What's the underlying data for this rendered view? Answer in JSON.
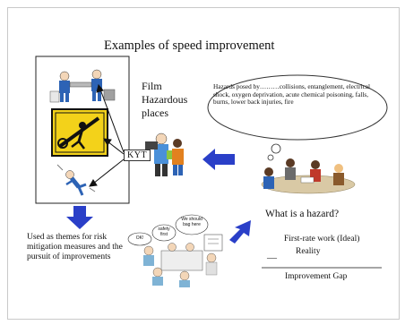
{
  "slide": {
    "title": "Examples of speed improvement",
    "film_lines": [
      "Film",
      "Hazardous",
      "places"
    ],
    "kyt_label": "KYT",
    "hazards_text": "Hazards posed by………collisions, entanglement, electrical shock, oxygen deprivation, acute chemical poisoning, falls, burns, lower back injuries, fire",
    "used_as_themes": "Used as themes for risk mitigation measures and the pursuit of improvements",
    "meeting_bubbles": [
      "OK!",
      "safety first",
      "We should bag here"
    ],
    "what_is_hazard": "What is a hazard?",
    "first_rate": "First-rate work (Ideal)",
    "minus": "—",
    "reality": "Reality",
    "improvement_gap": "Improvement Gap"
  },
  "colors": {
    "arrow_blue": "#2a3fc8",
    "hazard_yellow": "#f3d21a",
    "worker_blue": "#2d63b5"
  }
}
